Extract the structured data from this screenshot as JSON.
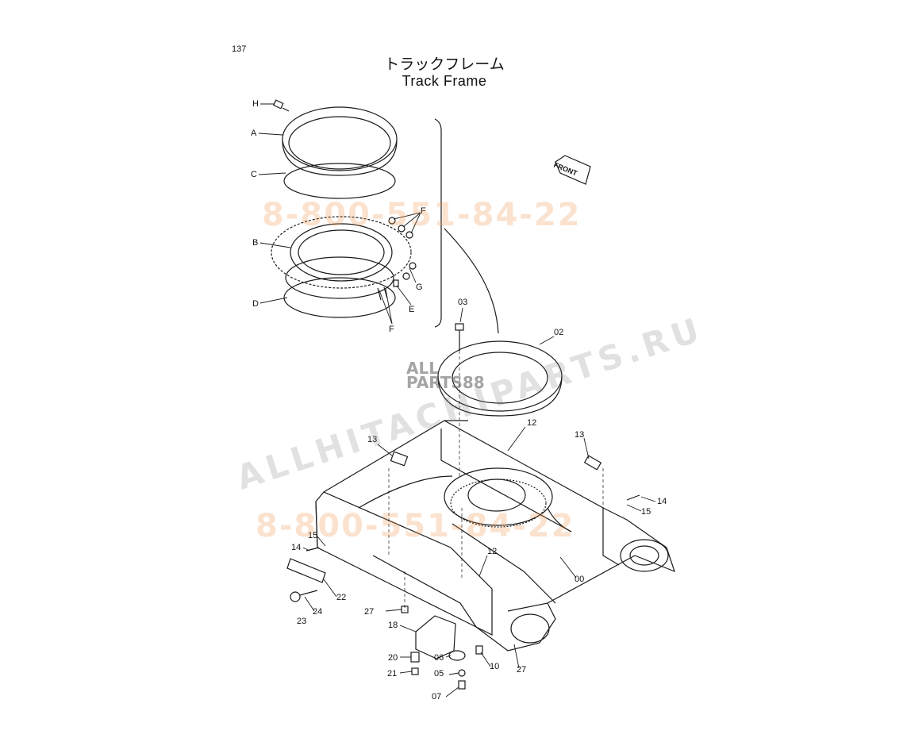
{
  "header": {
    "page_number": "137",
    "title_jp": "トラックフレーム",
    "title_en": "Track Frame"
  },
  "front_indicator": "FRONT",
  "watermarks": {
    "phone_top": "8-800-551-84-22",
    "phone_bottom": "8-800-551-84-22",
    "site": "ALLHITACHIPARTS.RU",
    "logo_top": "ALL",
    "logo_bottom": "PARTS88"
  },
  "callouts": {
    "H": "H",
    "A": "A",
    "C": "C",
    "B": "B",
    "D": "D",
    "F_top": "F",
    "F_bottom": "F",
    "G": "G",
    "E": "E",
    "p03": "03",
    "p02": "02",
    "p12_top": "12",
    "p12_bottom": "12",
    "p13_left": "13",
    "p13_right": "13",
    "p14_right": "14",
    "p14_left": "14",
    "p15_right": "15",
    "p15_left": "15",
    "p00": "00",
    "p22": "22",
    "p24": "24",
    "p23": "23",
    "p27_left": "27",
    "p27_right": "27",
    "p18": "18",
    "p20": "20",
    "p21": "21",
    "p06": "06",
    "p05": "05",
    "p07": "07",
    "p10": "10"
  },
  "colors": {
    "line": "#1a1a1a",
    "phone_watermark": "#f0a060",
    "site_watermark": "#9a9a9a"
  }
}
